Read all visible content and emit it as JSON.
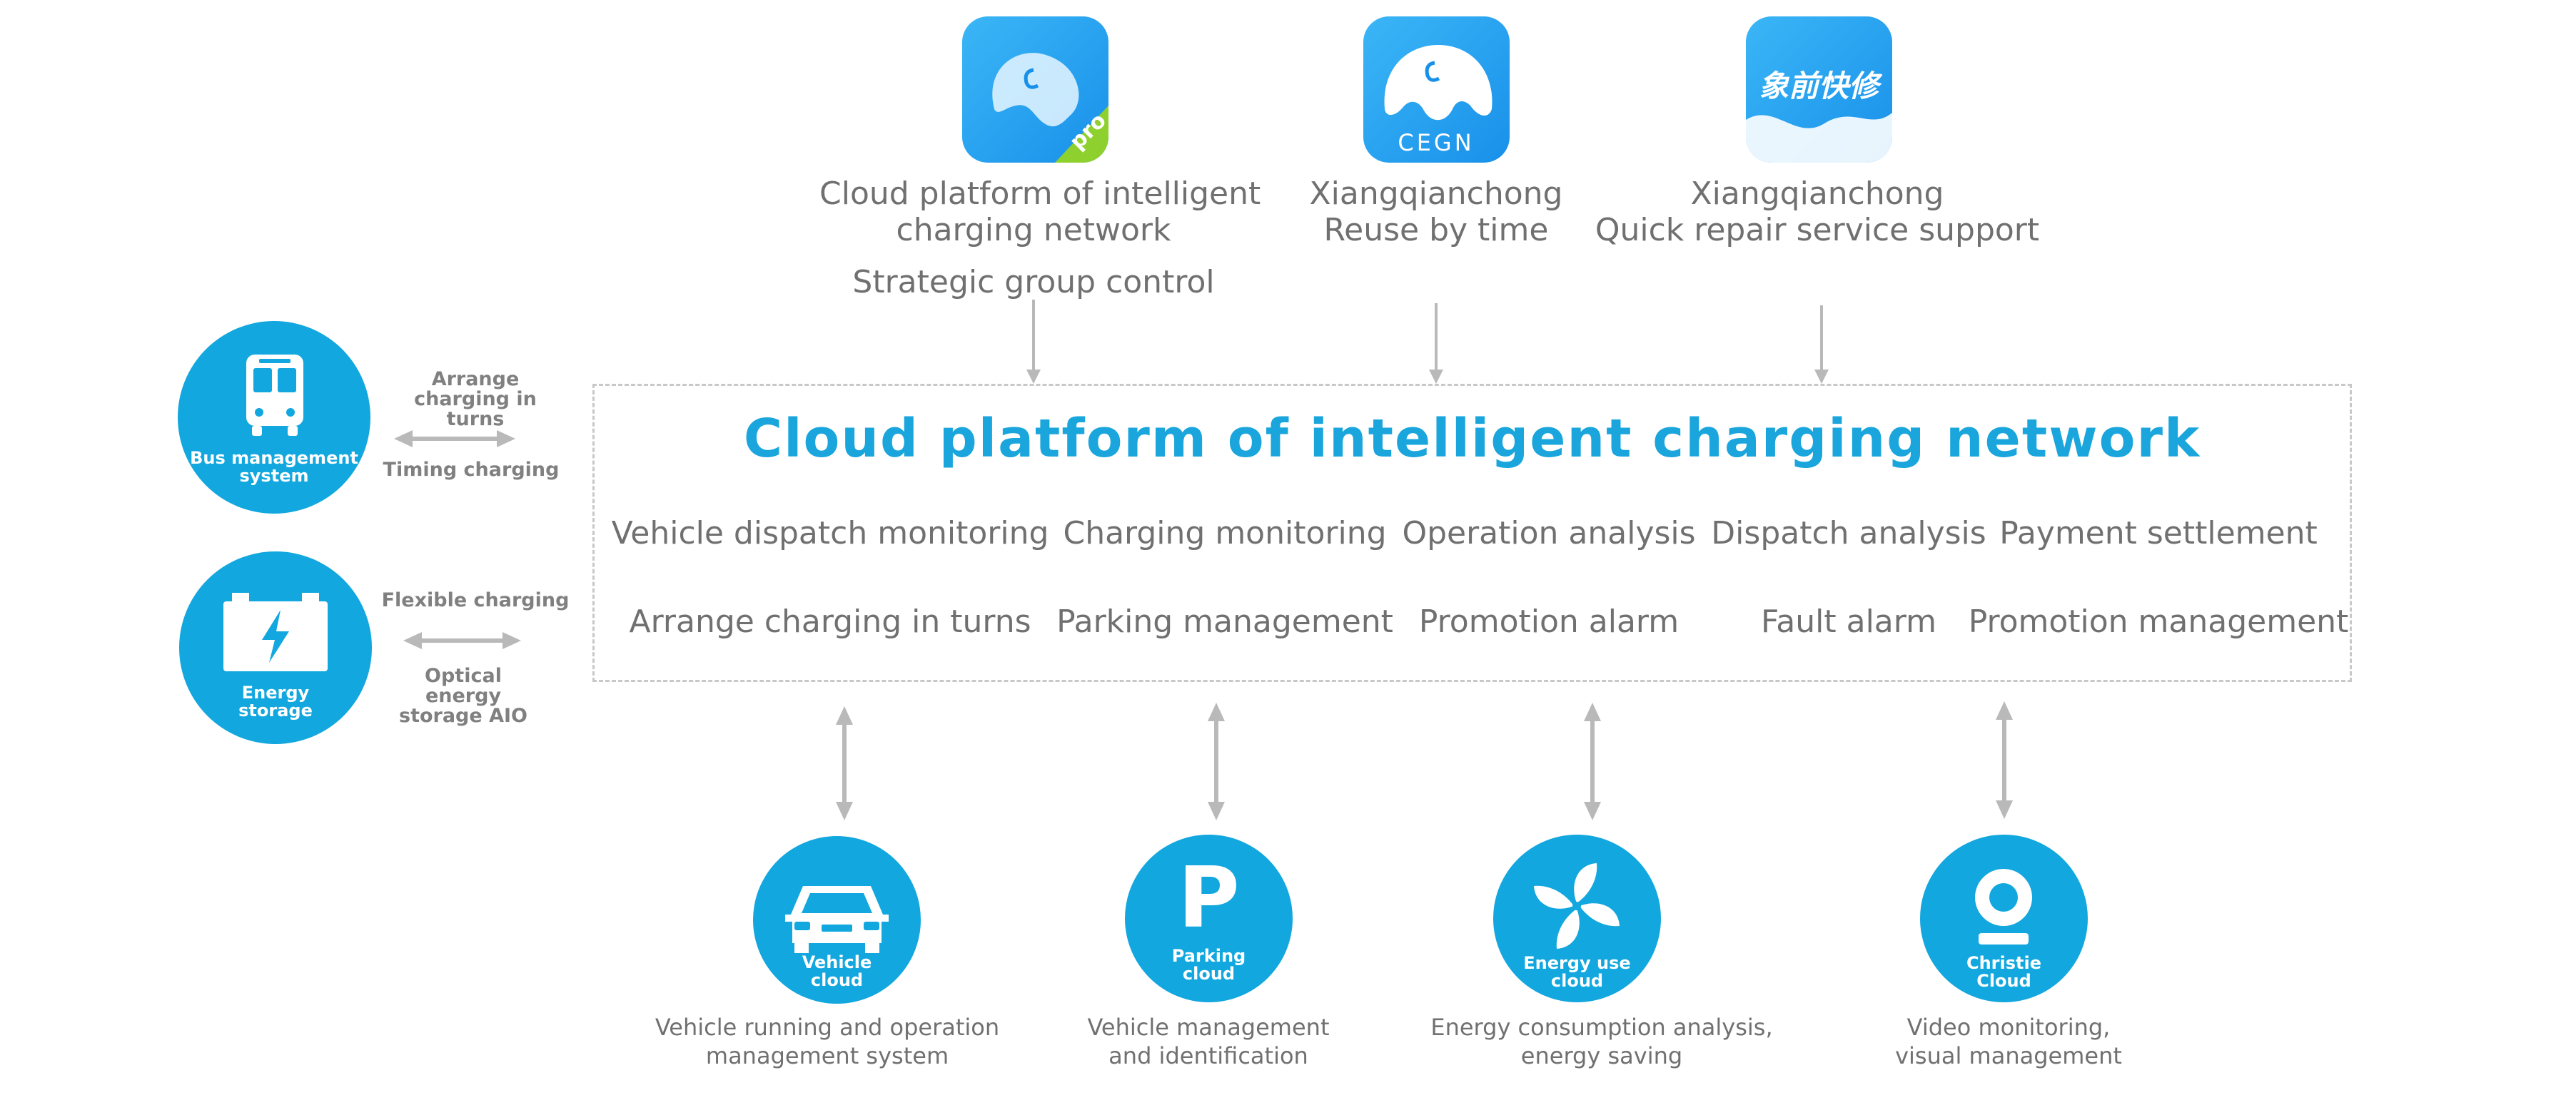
{
  "apps": [
    {
      "label_lines": [
        "Cloud platform of intelligent",
        "charging network"
      ],
      "sub": "Strategic group control",
      "icon": "elephant-pro-app-icon",
      "badge": "pro"
    },
    {
      "label_lines": [
        "Xiangqianchong",
        "Reuse by time"
      ],
      "icon": "elephant-cegn-app-icon",
      "badge": "CEGN"
    },
    {
      "label_lines": [
        "Xiangqianchong",
        "Quick repair service support"
      ],
      "icon": "elephant-quick-repair-app-icon",
      "badge": "象前快修"
    }
  ],
  "platform": {
    "title": "Cloud platform of intelligent charging network",
    "features_row1": [
      "Vehicle dispatch monitoring",
      "Charging monitoring",
      "Operation analysis",
      "Dispatch analysis",
      "Payment settlement"
    ],
    "features_row2": [
      "Arrange charging in turns",
      "Parking management",
      "Promotion alarm",
      "Fault alarm",
      "Promotion management"
    ]
  },
  "left_systems": [
    {
      "label": "Bus management system",
      "icon": "bus-icon",
      "top_label": "Arrange charging in turns",
      "bottom_label": "Timing charging"
    },
    {
      "label": "Energy storage",
      "icon": "battery-icon",
      "top_label": "Flexible charging",
      "bottom_label": "Optical energy storage AIO"
    }
  ],
  "bottom_clouds": [
    {
      "label": "Vehicle cloud",
      "icon": "car-icon",
      "desc_lines": [
        "Vehicle running and operation",
        "management system"
      ]
    },
    {
      "label": "Parking cloud",
      "icon": "parking-icon",
      "glyph": "P",
      "desc_lines": [
        "Vehicle management",
        "and identification"
      ]
    },
    {
      "label": "Energy use cloud",
      "icon": "fan-icon",
      "desc_lines": [
        "Energy consumption analysis,",
        "energy saving"
      ]
    },
    {
      "label": "Christie Cloud",
      "icon": "camera-icon",
      "desc_lines": [
        "Video monitoring,",
        "visual management"
      ]
    }
  ],
  "colors": {
    "accent": "#12a7de",
    "title": "#1aa6dc",
    "text": "#707070",
    "arrow": "#b9b9b9",
    "border": "#c8c8c8"
  }
}
